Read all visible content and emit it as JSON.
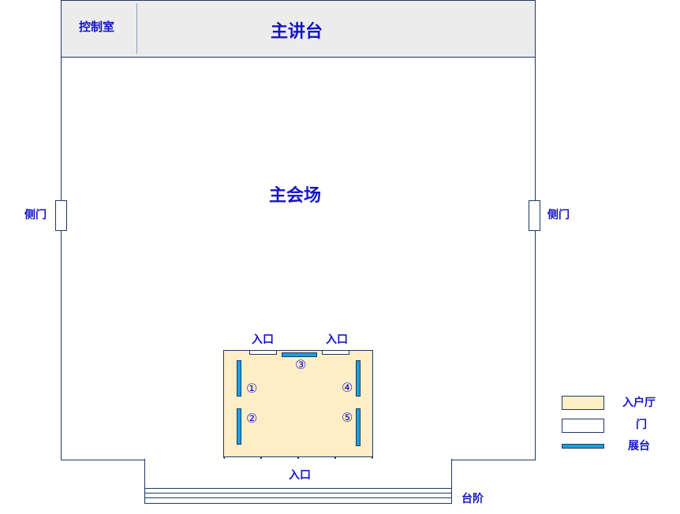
{
  "labels": {
    "stage": "主讲台",
    "control_room": "控制室",
    "main_hall": "主会场",
    "side_door_left": "侧门",
    "side_door_right": "侧门",
    "entrance_top_left": "入口",
    "entrance_top_right": "入口",
    "entrance_bottom": "入口",
    "steps": "台阶"
  },
  "booths": [
    "①",
    "②",
    "③",
    "④",
    "⑤"
  ],
  "legend": [
    {
      "label": "入户厅",
      "fill": "#fdeec8"
    },
    {
      "label": "门",
      "fill": "#ffffff"
    },
    {
      "label": "展台",
      "fill": "#1aa0dd"
    }
  ],
  "colors": {
    "text": "#1414c8",
    "outline": "#1f3864",
    "stage_fill": "#ececec",
    "lobby_fill": "#fdeec8",
    "booth_fill": "#1aa0dd"
  }
}
